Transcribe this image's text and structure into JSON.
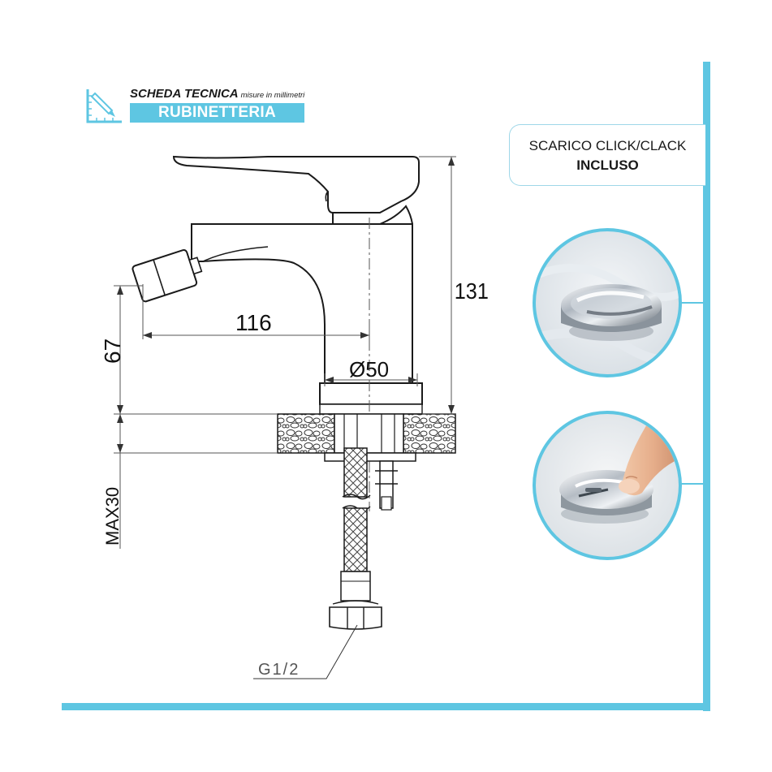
{
  "header": {
    "title": "SCHEDA TECNICA",
    "subtitle": "misure in millimetri",
    "category": "RUBINETTERIA",
    "icon": "ruler-pencil-icon"
  },
  "callout": {
    "line1": "SCARICO CLICK/CLACK",
    "line2": "INCLUSO"
  },
  "dimensions": {
    "height": "131",
    "reach": "116",
    "spout_height": "67",
    "diameter": "Ø50",
    "max_thickness": "MAX30",
    "thread": "G1/2"
  },
  "photos": [
    {
      "name": "drain-closed-photo"
    },
    {
      "name": "drain-pressed-photo"
    }
  ],
  "colors": {
    "accent": "#5ec6e2",
    "line": "#1a1a1a",
    "dim_line": "#555555"
  }
}
